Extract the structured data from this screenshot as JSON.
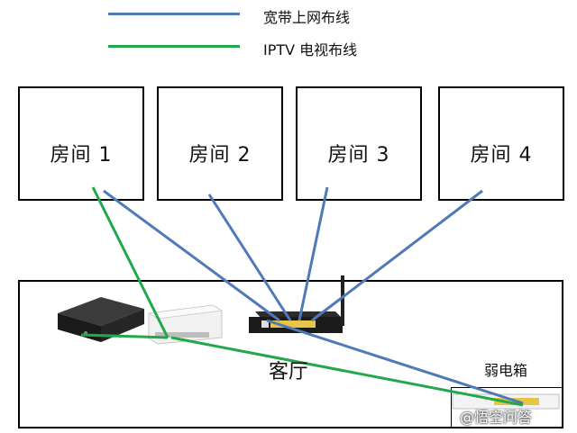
{
  "legend": {
    "broadband": {
      "label": "宽带上网布线",
      "color": "#4f7ab7"
    },
    "iptv": {
      "label": "IPTV 电视布线",
      "color": "#22a84a"
    }
  },
  "rooms": [
    {
      "label": "房间 1"
    },
    {
      "label": "房间 2"
    },
    {
      "label": "房间 3"
    },
    {
      "label": "房间 4"
    }
  ],
  "living_room": {
    "label": "客厅"
  },
  "distribution_box": {
    "label": "弱电箱"
  },
  "devices": [
    "tv-set-top-box",
    "network-switch",
    "wireless-router",
    "optical-modem"
  ],
  "watermark": "@悟空问答"
}
